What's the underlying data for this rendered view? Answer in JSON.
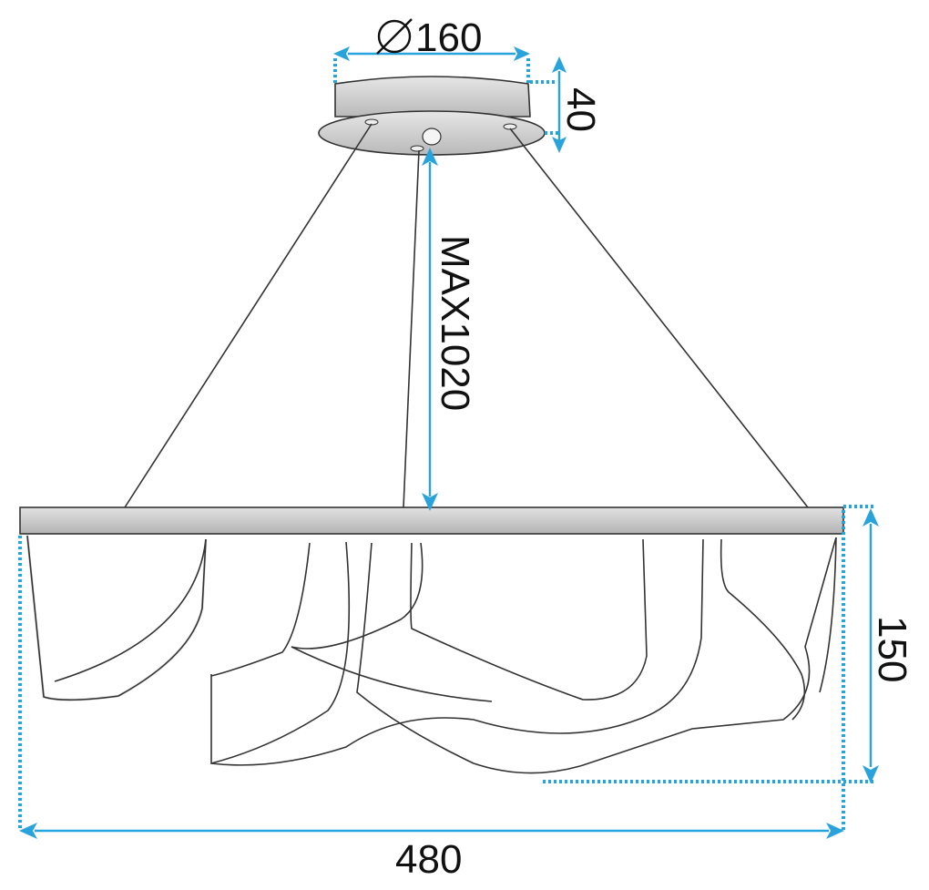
{
  "colors": {
    "dimension": "#29a3dc",
    "outline": "#333333",
    "panel_fill": "#c9c9c9",
    "text": "#111111"
  },
  "dimensions": {
    "canopy_diameter": "160",
    "canopy_height": "40",
    "cable_length": "MAX1020",
    "shade_height": "150",
    "total_width": "480"
  },
  "icons": {
    "diameter_symbol": "diameter-icon"
  }
}
